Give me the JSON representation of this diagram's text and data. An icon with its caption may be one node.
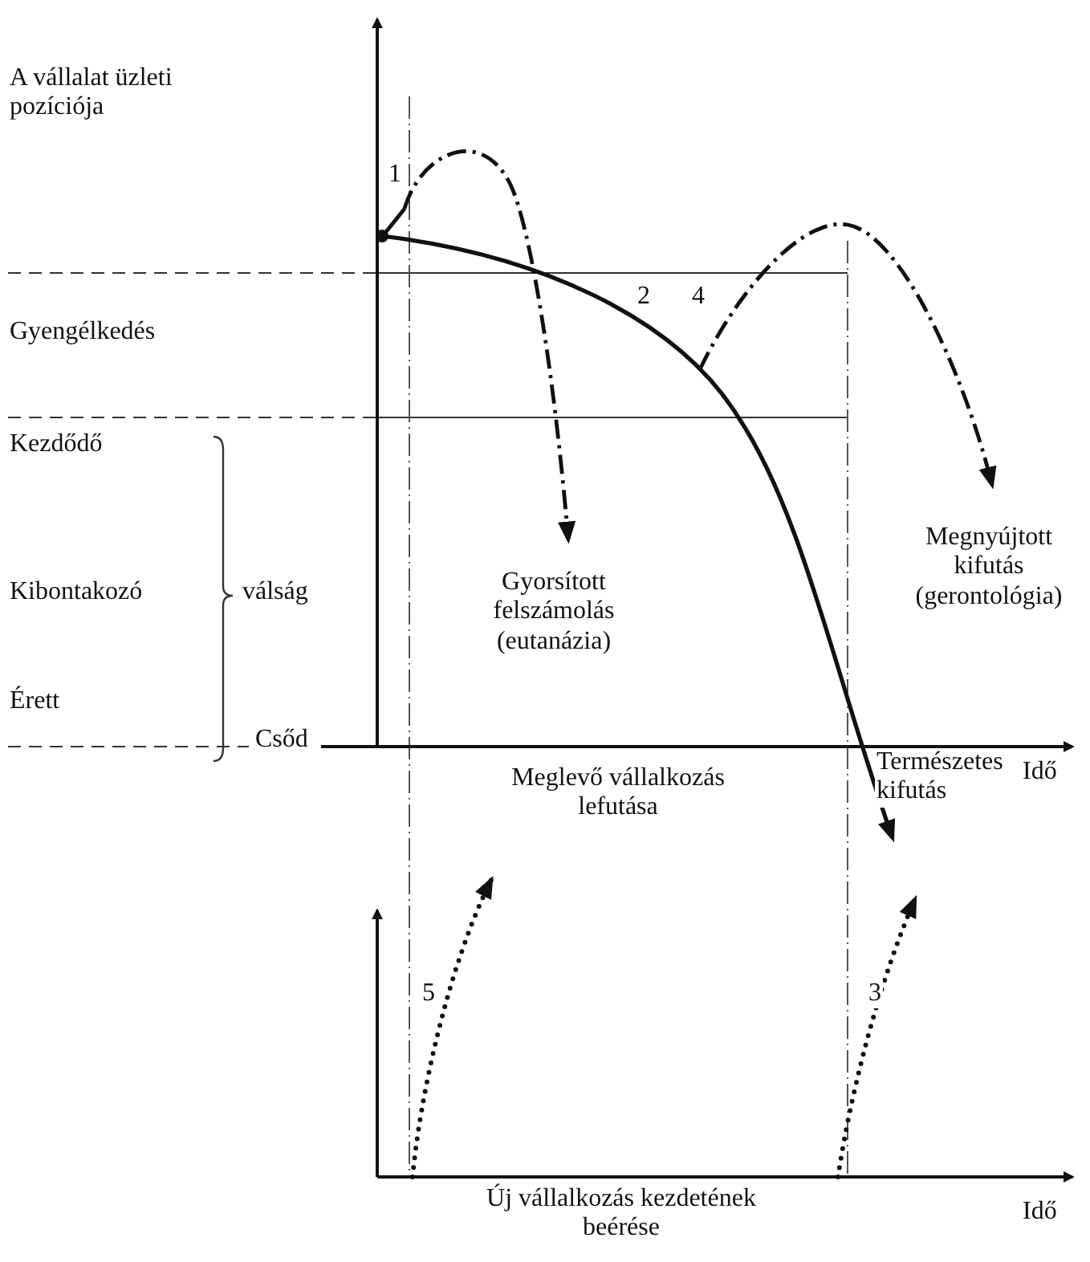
{
  "diagram": {
    "labels": [
      "A vállalat üzleti pozíciója",
      "1",
      "Gyengélkedés",
      "2",
      "4",
      "Kezdődő",
      "Megnyújtott kifutás (gerontológia)",
      "Gyorsított felszámolás (eutanázia)",
      "Kibontakozó",
      "válság",
      "Érett",
      "Természetes kifutás",
      "Csőd",
      "Idő",
      "Meglevő vállalkozás lefutása",
      "5",
      "3",
      "Új vállalkozás kezdetének beérése",
      "Idő"
    ]
  }
}
